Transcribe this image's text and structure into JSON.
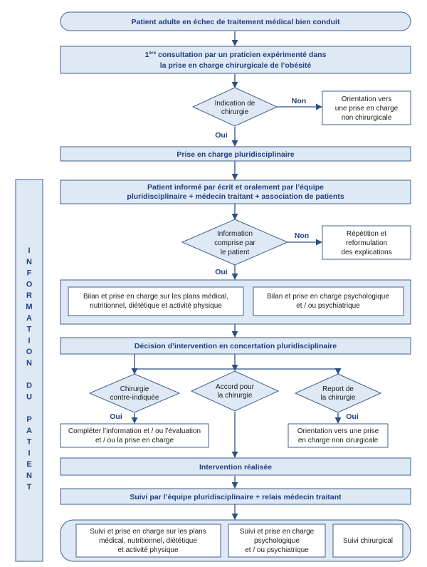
{
  "header": {
    "patient": "Patient adulte en échec de traitement médical bien conduit",
    "consult_pre": "1",
    "consult_sup": "ère",
    "consult_post": " consultation par un praticien expérimenté dans",
    "consult_line2": "la prise en charge chirurgicale de l’obésité"
  },
  "decision1": {
    "line1": "Indication de",
    "line2": "chirurgie",
    "no": "Non",
    "yes": "Oui"
  },
  "orientation1": {
    "line1": "Orientation vers",
    "line2": "une prise en charge",
    "line3": "non chirurgicale"
  },
  "pluri": "Prise en charge pluridisciplinaire",
  "informed": {
    "line1": "Patient informé par écrit et oralement par l’équipe",
    "line2": "pluridisciplinaire + médecin traitant + association de patients"
  },
  "decision2": {
    "line1": "Information",
    "line2": "comprise par",
    "line3": "le patient",
    "no": "Non",
    "yes": "Oui"
  },
  "repetition": {
    "line1": "Répétition et",
    "line2": "reformulation",
    "line3": "des explications"
  },
  "bilan": {
    "left_line1": "Bilan et prise en charge sur les plans médical,",
    "left_line2": "nutritionnel, diététique et activité physique",
    "right_line1": "Bilan et prise en charge psychologique",
    "right_line2": "et / ou psychiatrique"
  },
  "decision_concert": "Décision d’intervention en concertation pluridisciplinaire",
  "d_contra": {
    "line1": "Chirurgie",
    "line2": "contre-indiquée",
    "yes": "Oui"
  },
  "d_accord": {
    "line1": "Accord pour",
    "line2": "la chirurgie"
  },
  "d_report": {
    "line1": "Report de",
    "line2": "la chirurgie",
    "yes": "Oui"
  },
  "completer": {
    "line1": "Compléter l’information et / ou l’évaluation",
    "line2": "et / ou la prise en charge"
  },
  "orientation2": {
    "line1": "Orientation vers une prise",
    "line2": "en charge non cirurgicale"
  },
  "intervention": "Intervention réalisée",
  "suivi": "Suivi par l’équipe pluridisciplinaire + relais médecin traitant",
  "bottom": {
    "a_line1": "Suivi et prise en charge sur les plans",
    "a_line2": "médical, nutritionnel, diététique",
    "a_line3": "et activité physique",
    "b_line1": "Suivi et prise en charge",
    "b_line2": "psychologique",
    "b_line3": "et / ou psychiatrique",
    "c": "Suivi chirurgical"
  },
  "side_letters": [
    "I",
    "N",
    "F",
    "O",
    "R",
    "M",
    "A",
    "T",
    "I",
    "O",
    "N",
    "",
    "D",
    "U",
    "",
    "P",
    "A",
    "T",
    "I",
    "E",
    "N",
    "T"
  ],
  "colors": {
    "box_fill": "#dfe9f5",
    "border": "#3d5f8f",
    "title_text": "#1e3f82"
  }
}
